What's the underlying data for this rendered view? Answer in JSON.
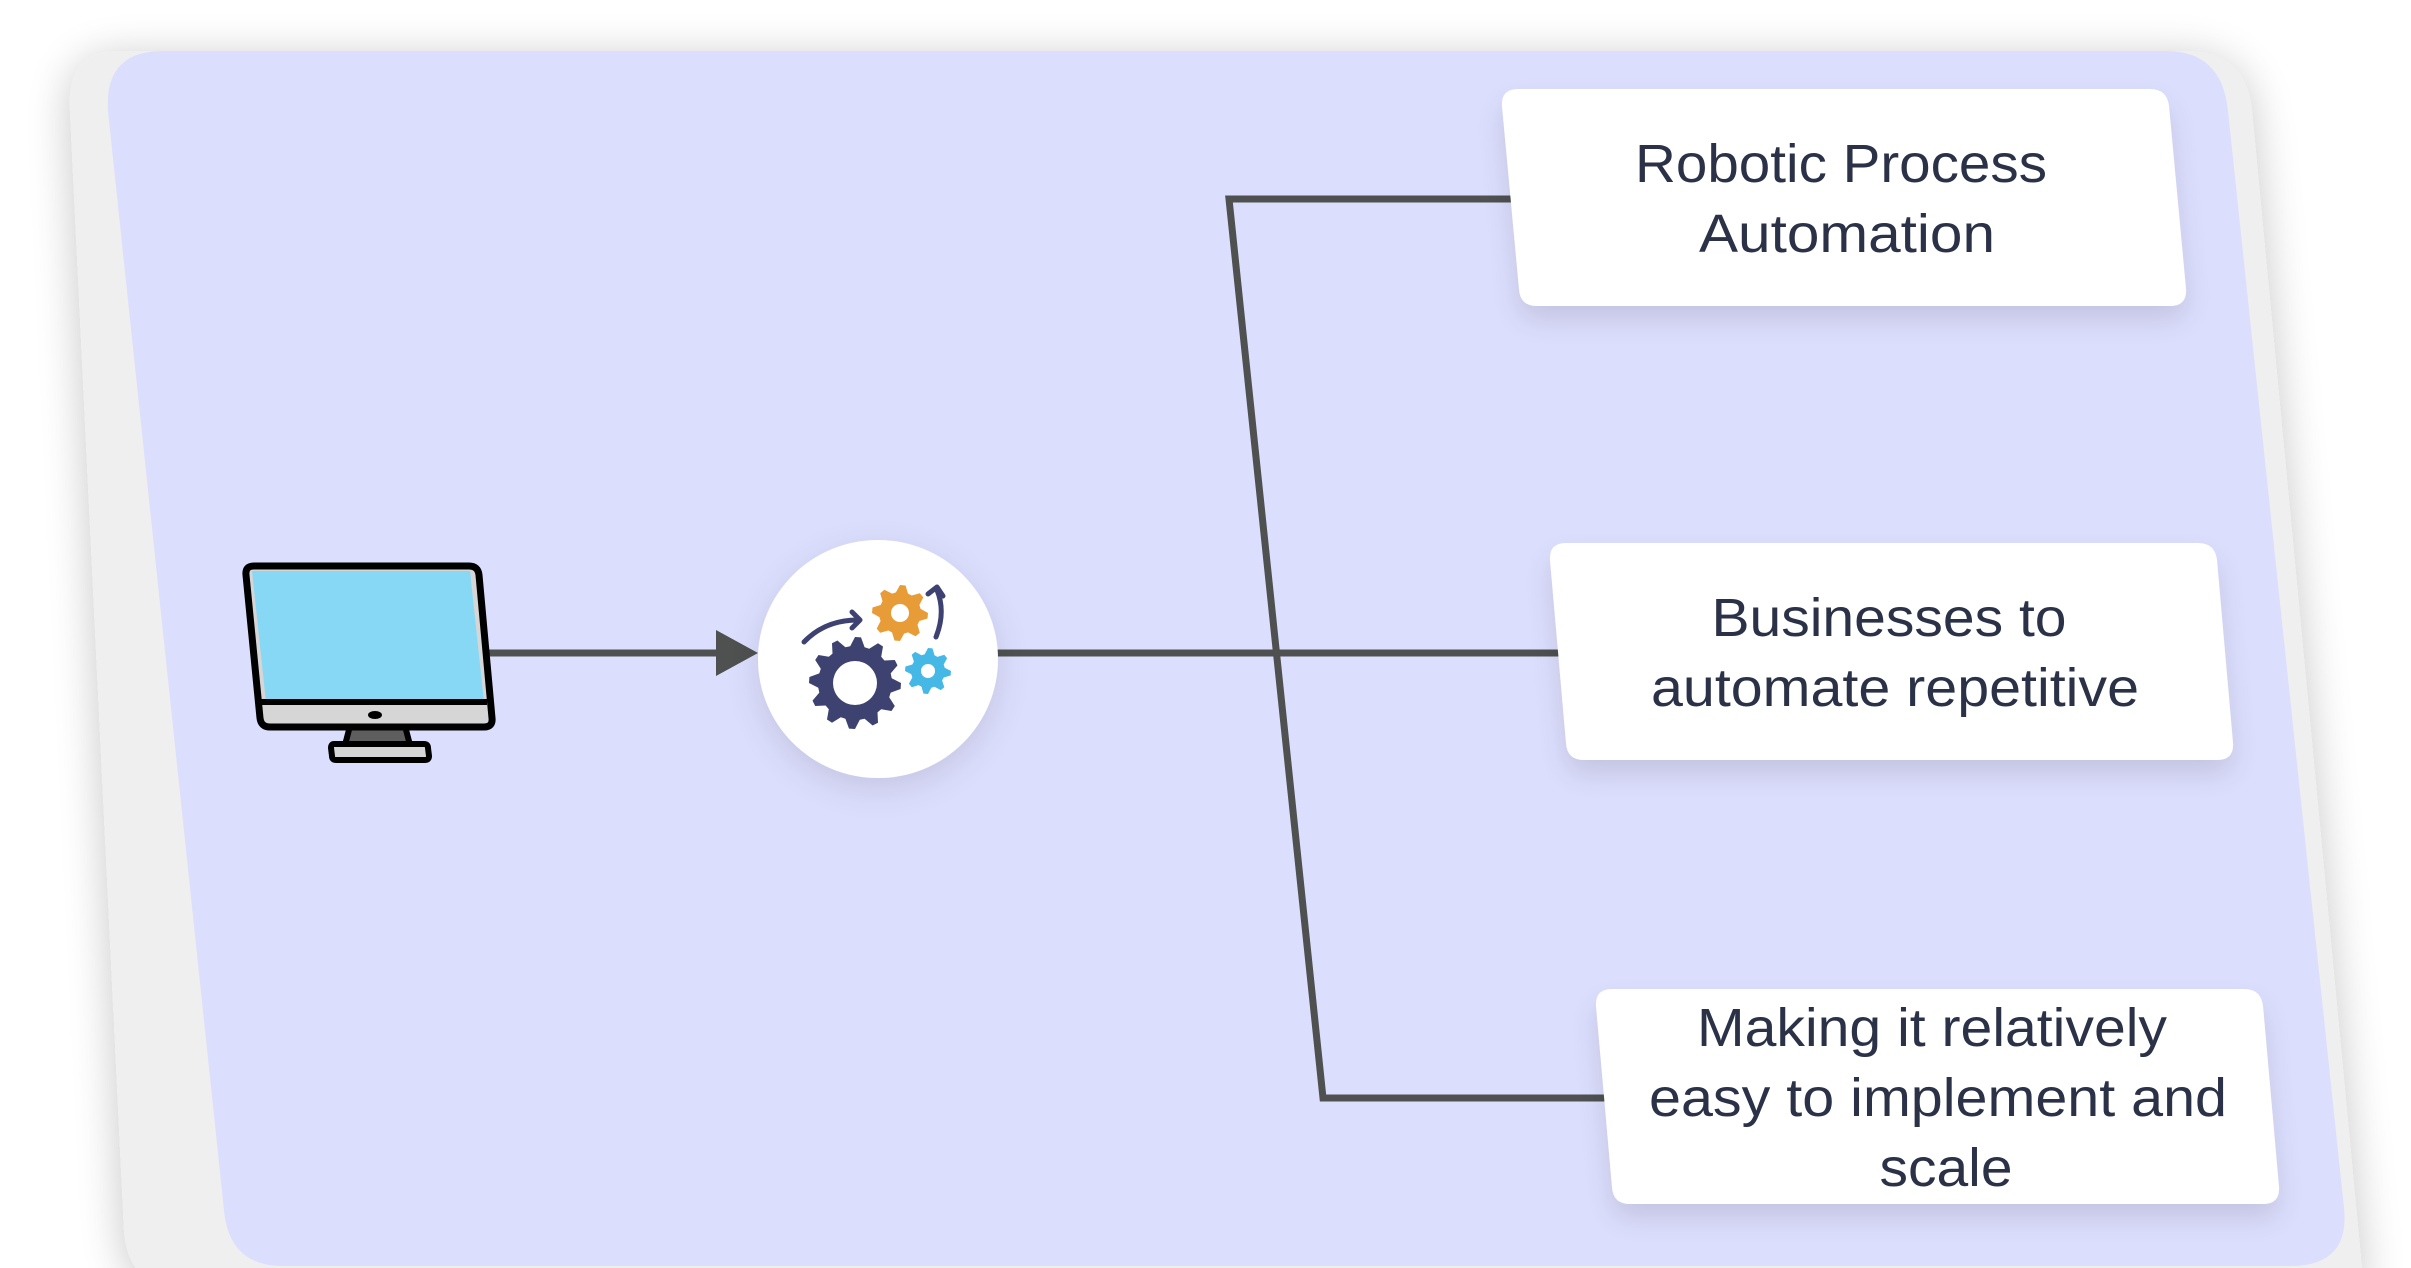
{
  "diagram": {
    "background_color": "#ffffff",
    "card_color": "#dcdefe",
    "back_sheet_color": "#efefef",
    "connector_color": "#4e5150",
    "text_color": "#2b3248",
    "source": {
      "icon": "desktop-monitor-icon",
      "screen_color": "#87d8f5",
      "bezel_color": "#d6d6d6",
      "stand_color": "#5e5e5e"
    },
    "hub": {
      "icon": "gears-automation-icon",
      "gear_colors": {
        "large": "#3d4270",
        "medium": "#e89c38",
        "small": "#45b8e6",
        "arrows": "#3d4270"
      }
    },
    "outputs": [
      {
        "lines": [
          "Robotic Process",
          "Automation"
        ]
      },
      {
        "lines": [
          "Businesses to",
          "automate repetitive"
        ]
      },
      {
        "lines": [
          "Making it relatively",
          "easy to implement and",
          "scale"
        ]
      }
    ]
  }
}
